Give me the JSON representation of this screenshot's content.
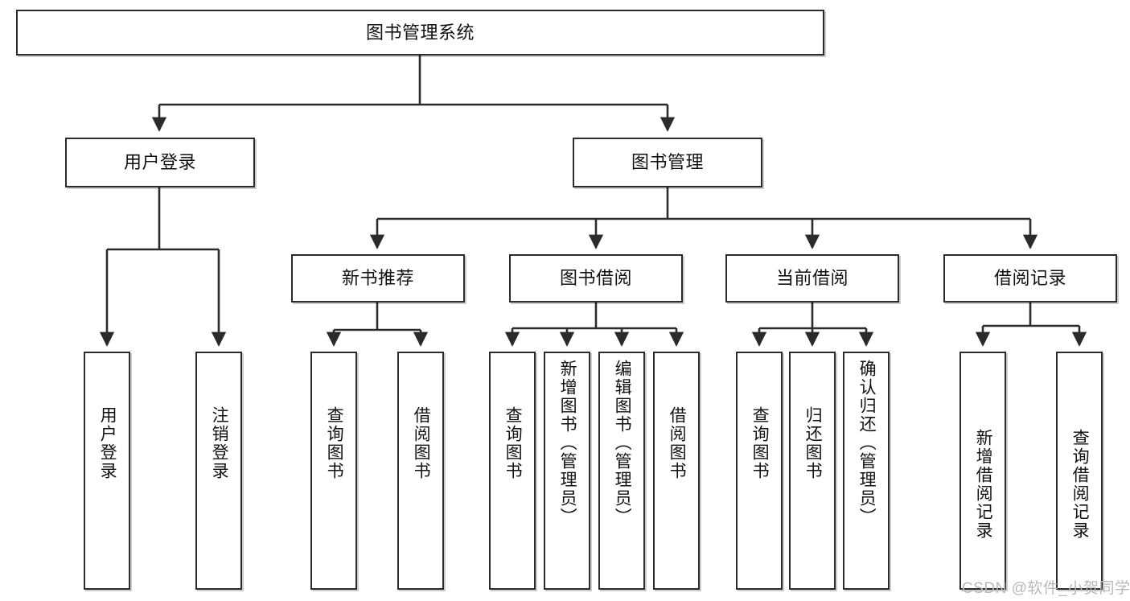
{
  "diagram": {
    "title": "图书管理系统",
    "type": "tree-hierarchy-diagram",
    "colors": {
      "box_border": "#2b2b2b",
      "box_fill": "#ffffff",
      "connector": "#2b2b2b",
      "background": "#ffffff",
      "watermark": "#b9b9b9"
    },
    "root": {
      "label": "图书管理系统"
    },
    "level2": [
      {
        "label": "用户登录"
      },
      {
        "label": "图书管理"
      }
    ],
    "level3": [
      {
        "label": "新书推荐"
      },
      {
        "label": "图书借阅"
      },
      {
        "label": "当前借阅"
      },
      {
        "label": "借阅记录"
      }
    ],
    "leaves": {
      "user_login": [
        {
          "label": "用户登录"
        },
        {
          "label": "注销登录"
        }
      ],
      "new_book_recommend": [
        {
          "label": "查询图书"
        },
        {
          "label": "借阅图书"
        }
      ],
      "book_borrow": [
        {
          "label": "查询图书"
        },
        {
          "label": "新增图书（管理员）"
        },
        {
          "label": "编辑图书（管理员）"
        },
        {
          "label": "借阅图书"
        }
      ],
      "current_borrow": [
        {
          "label": "查询图书"
        },
        {
          "label": "归还图书"
        },
        {
          "label": "确认归还（管理员）"
        }
      ],
      "borrow_record": [
        {
          "label": "新增借阅记录"
        },
        {
          "label": "查询借阅记录"
        }
      ]
    },
    "watermark": "CSDN @软件_小贺同学"
  }
}
